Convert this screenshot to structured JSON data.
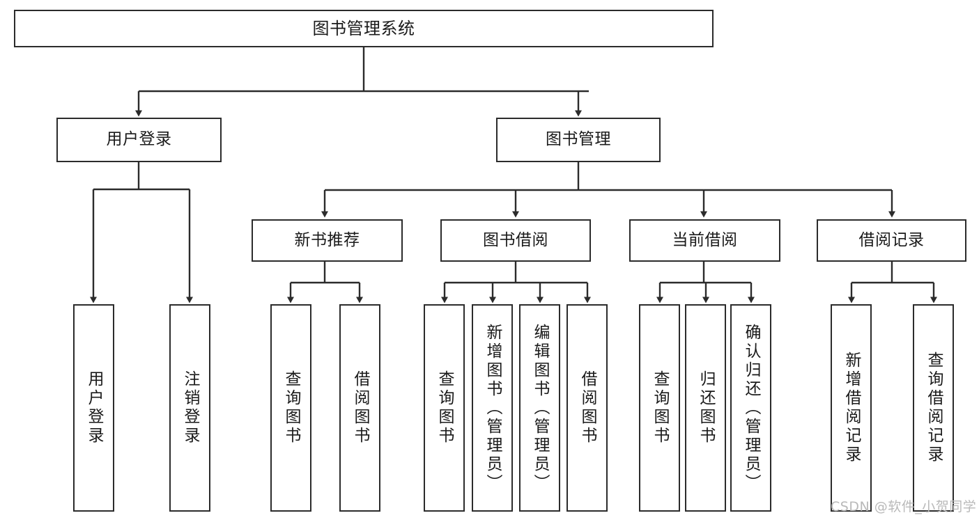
{
  "diagram": {
    "title": "图书管理系统",
    "type": "tree-hierarchy",
    "watermark": "CSDN @软件_小贺同学",
    "colors": {
      "background": "#ffffff",
      "box_border": "#2b2b2b",
      "box_fill": "#ffffff",
      "text": "#1a1a1a",
      "edge": "#2b2b2b",
      "watermark": "#b9b9b9"
    }
  },
  "nodes": {
    "root": {
      "label": "图书管理系统"
    },
    "level2": [
      {
        "id": "user-login",
        "label": "用户登录"
      },
      {
        "id": "book-management",
        "label": "图书管理"
      }
    ],
    "level3": [
      {
        "id": "new-book-recommend",
        "label": "新书推荐"
      },
      {
        "id": "book-borrow",
        "label": "图书借阅"
      },
      {
        "id": "current-borrow",
        "label": "当前借阅"
      },
      {
        "id": "borrow-record",
        "label": "借阅记录"
      }
    ],
    "leaves": {
      "user_login": [
        {
          "id": "leaf-user-login",
          "label": "用户登录"
        },
        {
          "id": "leaf-logout-login",
          "label": "注销登录"
        }
      ],
      "new_book_recommend": [
        {
          "id": "leaf-query-book-1",
          "label": "查询图书"
        },
        {
          "id": "leaf-borrow-book-1",
          "label": "借阅图书"
        }
      ],
      "book_borrow": [
        {
          "id": "leaf-query-book-2",
          "label": "查询图书"
        },
        {
          "id": "leaf-add-book",
          "label": "新增图书（管理员）"
        },
        {
          "id": "leaf-edit-book",
          "label": "编辑图书（管理员）"
        },
        {
          "id": "leaf-borrow-book-2",
          "label": "借阅图书"
        }
      ],
      "current_borrow": [
        {
          "id": "leaf-query-book-3",
          "label": "查询图书"
        },
        {
          "id": "leaf-return-book",
          "label": "归还图书"
        },
        {
          "id": "leaf-confirm-return",
          "label": "确认归还（管理员）"
        }
      ],
      "borrow_record": [
        {
          "id": "leaf-add-record",
          "label": "新增借阅记录"
        },
        {
          "id": "leaf-query-record",
          "label": "查询借阅记录"
        }
      ]
    }
  }
}
